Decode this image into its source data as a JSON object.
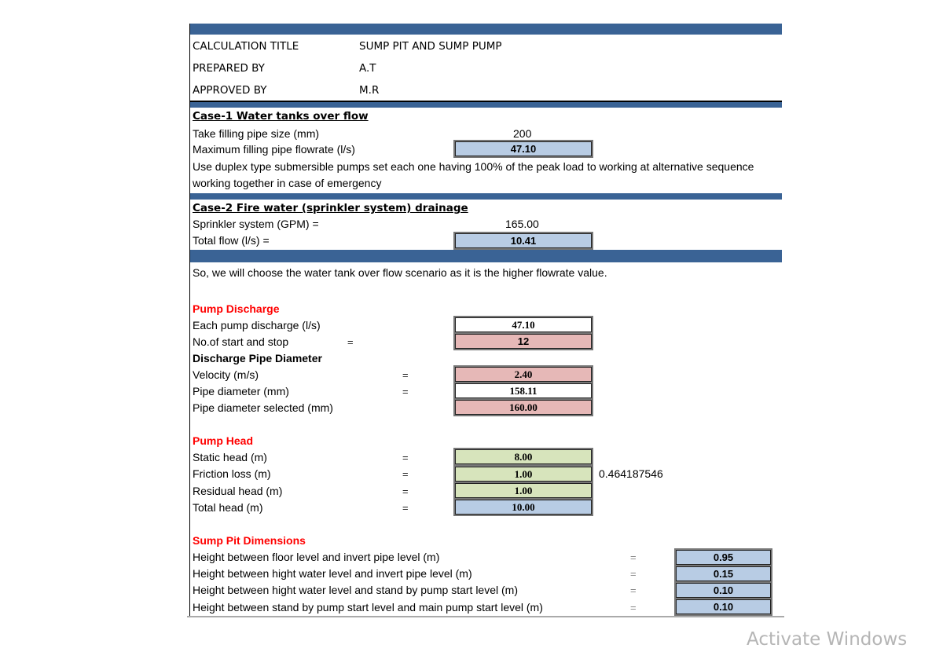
{
  "header": {
    "title_label": "CALCULATION TITLE",
    "title_value": "SUMP PIT AND SUMP PUMP",
    "prepared_label": "PREPARED BY",
    "prepared_value": "A.T",
    "approved_label": "APPROVED BY",
    "approved_value": "M.R"
  },
  "case1": {
    "heading": "Case-1 Water tanks over flow",
    "pipe_size_label": "Take filling pipe size (mm)",
    "pipe_size_value": "200",
    "flow_label": "Maximum filling pipe flowrate (l/s)",
    "flow_value": "47.10",
    "note1": "Use duplex type submersible pumps set each one having 100% of the peak load to working at alternative sequence",
    "note2": "working together in case of emergency"
  },
  "case2": {
    "heading": "Case-2 Fire water (sprinkler system) drainage",
    "gpm_label": "Sprinkler system (GPM) =",
    "gpm_value": "165.00",
    "flow_label": "Total flow (l/s) =",
    "flow_value": "10.41"
  },
  "conclusion": "So, we will choose the water tank over flow scenario as it is the higher flowrate value.",
  "discharge": {
    "heading": "Pump Discharge",
    "each_label": "Each pump discharge (l/s)",
    "each_value": "47.10",
    "starts_label": "No.of start and stop",
    "starts_value": "12",
    "pipe_heading": "Discharge Pipe Diameter",
    "velocity_label": "Velocity (m/s)",
    "velocity_value": "2.40",
    "diam_label": "Pipe diameter (mm)",
    "diam_value": "158.11",
    "sel_label": "Pipe diameter selected (mm)",
    "sel_value": "160.00"
  },
  "head": {
    "heading": "Pump Head",
    "static_label": "Static head (m)",
    "static_value": "8.00",
    "friction_label": "Friction loss (m)",
    "friction_value": "1.00",
    "friction_note": "0.464187546",
    "residual_label": "Residual head (m)",
    "residual_value": "1.00",
    "total_label": "Total head (m)",
    "total_value": "10.00"
  },
  "pit": {
    "heading": "Sump Pit Dimensions",
    "rows": [
      {
        "label": "Height between floor level and invert pipe level (m)",
        "value": "0.95"
      },
      {
        "label": "Height between hight water level and invert pipe level (m)",
        "value": "0.15"
      },
      {
        "label": "Height between hight water level and stand by pump start level (m)",
        "value": "0.10"
      },
      {
        "label": "Height between stand by pump start level and main pump start level (m)",
        "value": "0.10"
      }
    ]
  },
  "eq": "=",
  "watermark": "Activate Windows",
  "colors": {
    "band": "#3a6395",
    "blue": "#b8cce4",
    "pink": "#e6b8b7",
    "green": "#d7e4bc",
    "red": "#ff0000"
  }
}
